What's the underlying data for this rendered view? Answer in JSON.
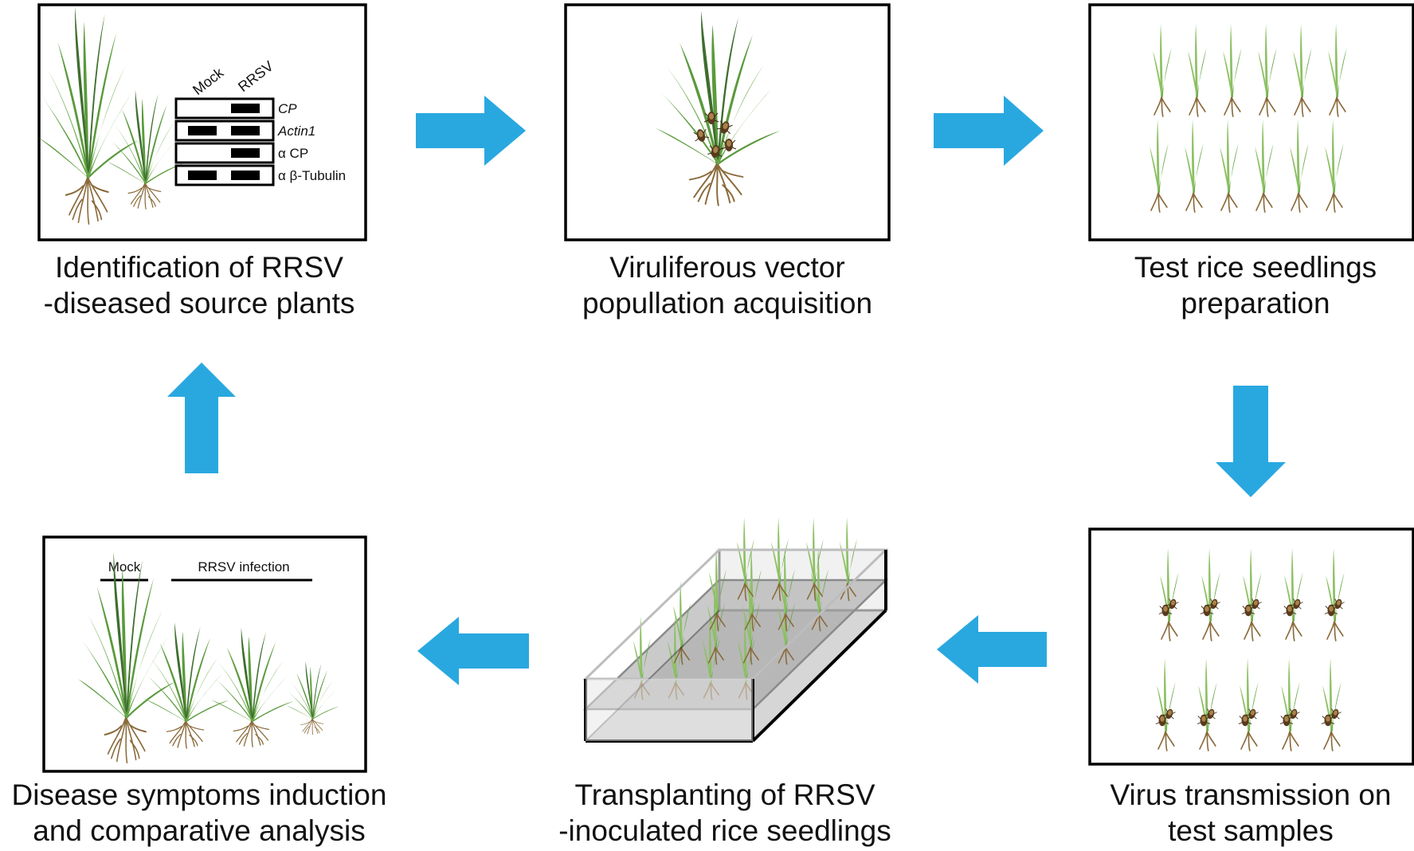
{
  "colors": {
    "arrow": "#29a8e0",
    "leaf": "#5a9a3c",
    "leaf_dark": "#3e6e2e",
    "seedling": "#8cc063",
    "root": "#8a6a3a",
    "insect": "#5a3a1e",
    "frame": "#000000"
  },
  "steps": {
    "identification": {
      "caption": [
        "Identification of RRSV",
        "-diseased source plants"
      ],
      "blot": {
        "lanes": [
          "Mock",
          "RRSV"
        ],
        "rows": [
          {
            "label": "CP",
            "italic": true,
            "bands": [
              false,
              true
            ]
          },
          {
            "label": "Actin1",
            "italic": true,
            "bands": [
              true,
              true
            ]
          },
          {
            "label": "α CP",
            "italic": false,
            "bands": [
              false,
              true
            ]
          },
          {
            "label": "α β-Tubulin",
            "italic": false,
            "bands": [
              true,
              true
            ]
          }
        ]
      }
    },
    "acquisition": {
      "caption": [
        "Viruliferous vector",
        "popullation acquisition"
      ]
    },
    "preparation": {
      "caption": [
        "Test rice seedlings",
        "preparation"
      ]
    },
    "transmission": {
      "caption": [
        "Virus transmission on",
        "test samples"
      ]
    },
    "transplanting": {
      "caption": [
        "Transplanting of RRSV",
        "-inoculated rice seedlings"
      ]
    },
    "symptoms": {
      "caption": [
        "Disease symptoms induction",
        "and comparative analysis"
      ],
      "group_labels": [
        "Mock",
        "RRSV infection"
      ]
    }
  },
  "icons": [
    "arrow-right-icon",
    "arrow-down-icon",
    "arrow-left-icon",
    "arrow-up-icon",
    "rice-plant-icon",
    "seedling-icon",
    "planthopper-icon",
    "tray-icon"
  ]
}
